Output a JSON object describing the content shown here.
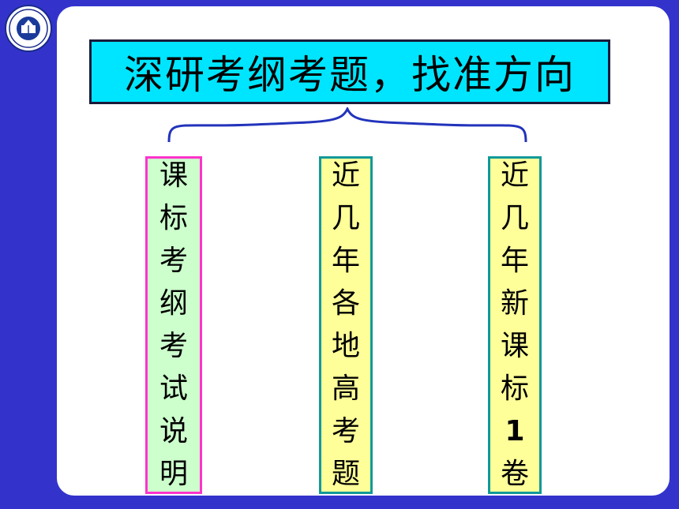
{
  "title": "深研考纲考题，找准方向",
  "columns": [
    {
      "chars": [
        "课",
        "标",
        "考",
        "纲",
        "考",
        "试",
        "说",
        "明"
      ]
    },
    {
      "chars": [
        "近",
        "几",
        "年",
        "各",
        "地",
        "高",
        "考",
        "题"
      ]
    },
    {
      "chars": [
        "近",
        "几",
        "年",
        "新",
        "课",
        "标",
        "1",
        "卷"
      ]
    }
  ],
  "colors": {
    "background": "#3333cc",
    "title_fill": "#00e5ff",
    "col1_fill": "#ccffcc",
    "col1_border": "#ff33cc",
    "col_fill": "#ffff99",
    "col_border": "#119999",
    "brace": "#2233bb"
  },
  "icons": {
    "logo": "school-emblem-icon"
  }
}
